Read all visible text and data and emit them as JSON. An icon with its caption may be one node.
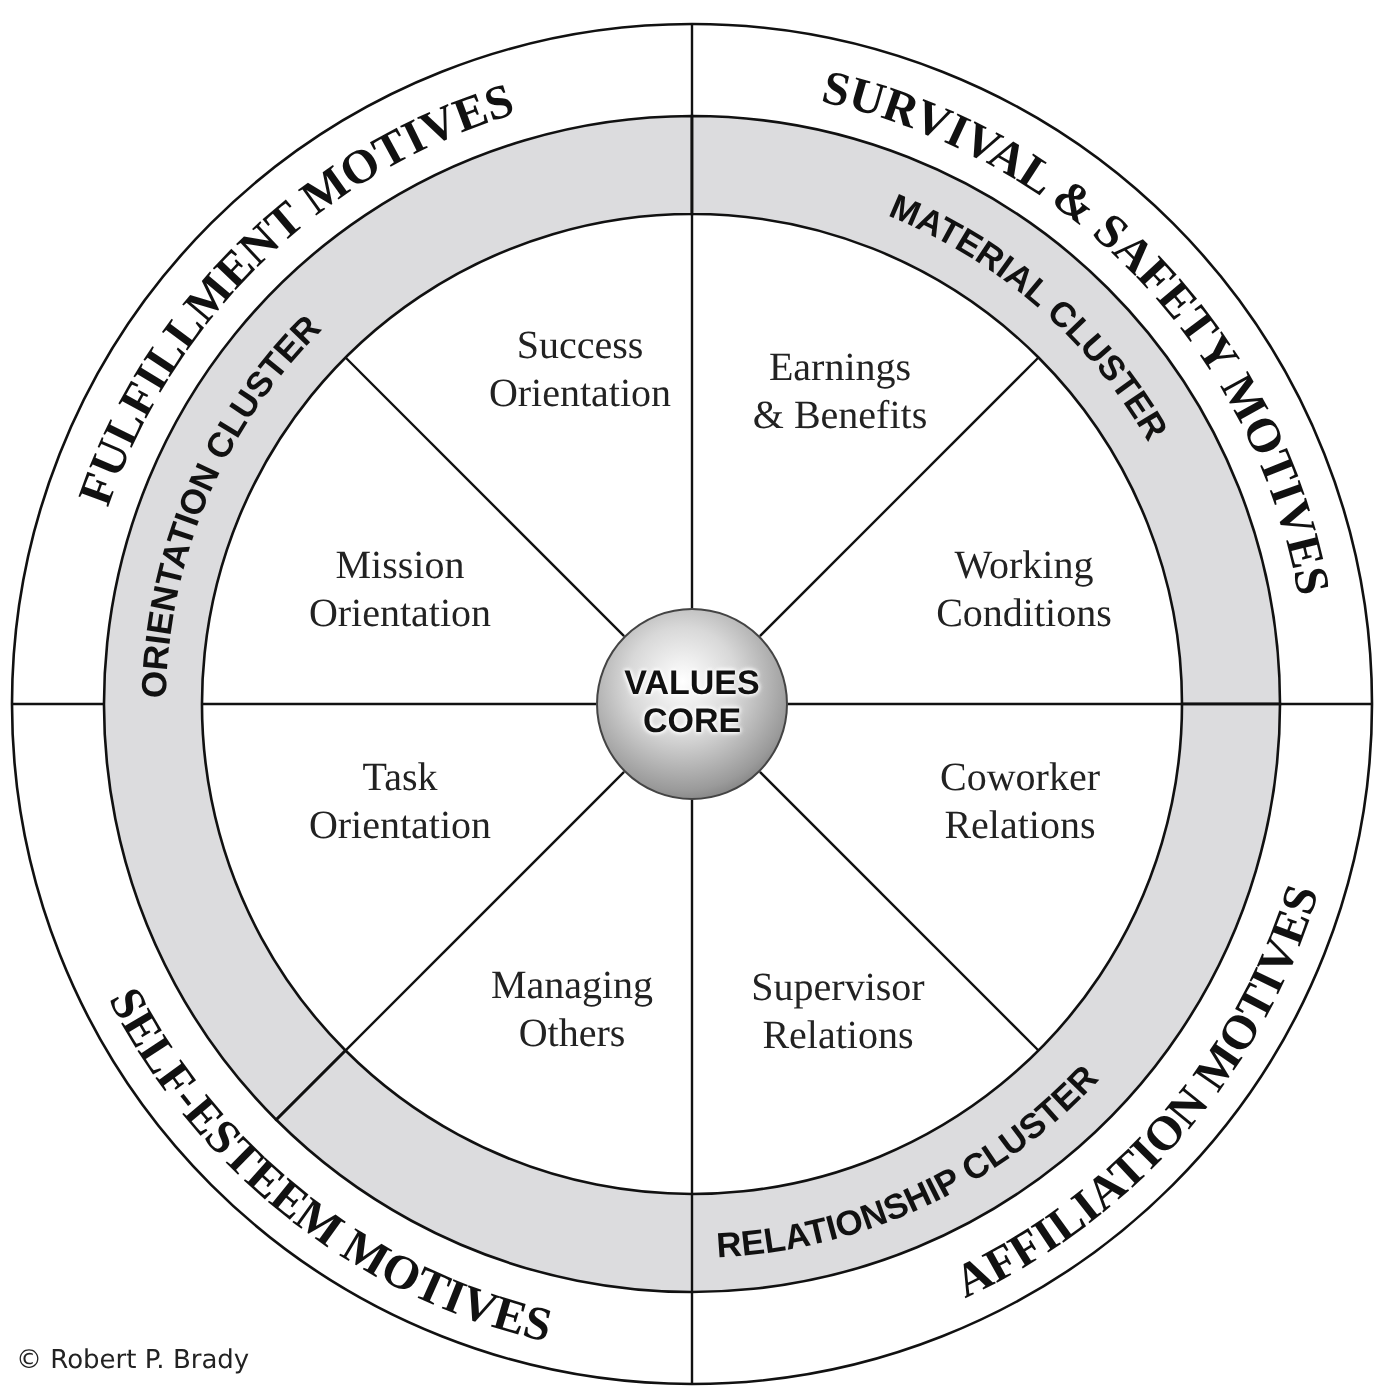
{
  "diagram": {
    "nodes": [
      {
        "text": [
          "FULFILLMENT MOTIVES"
        ]
      },
      {
        "text": [
          "SURVIVAL & SAFETY MOTIVES"
        ]
      },
      {
        "text": [
          "ORIENTATION CLUSTER"
        ]
      },
      {
        "text": [
          "MATERIAL CLUSTER"
        ]
      },
      {
        "text": [
          "Success Orientation"
        ]
      },
      {
        "text": [
          "Earnings & Benefits"
        ]
      },
      {
        "text": [
          "Mission Orientation"
        ]
      },
      {
        "text": [
          "Working Conditions"
        ]
      },
      {
        "text": [
          "VALUES CORE"
        ]
      },
      {
        "text": [
          "Task Orientation"
        ]
      },
      {
        "text": [
          "Coworker Relations"
        ]
      },
      {
        "text": [
          "Managing Others"
        ]
      },
      {
        "text": [
          "Supervisor Relations"
        ]
      },
      {
        "text": [
          "RELATIONSHIP CLUSTER"
        ]
      },
      {
        "text": [
          "SELF-ESTEEM MOTIVES"
        ]
      },
      {
        "text": [
          "AFFILIATION MOTIVES"
        ]
      }
    ],
    "edges": [],
    "labels": [
      "© Robert P. Brady"
    ]
  }
}
